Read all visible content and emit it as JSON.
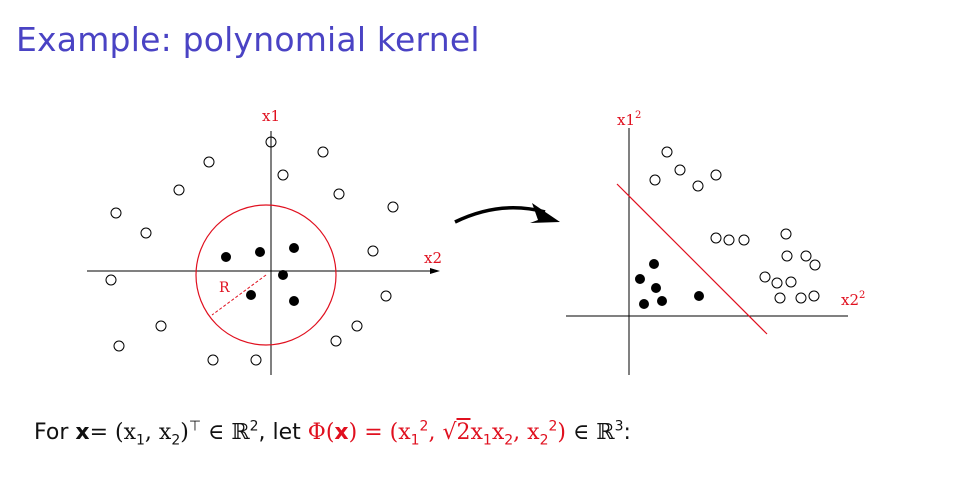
{
  "title": "Example: polynomial kernel",
  "left_plot": {
    "axis_label_vertical": "x1",
    "axis_label_horizontal": "x2",
    "radius_label": "R"
  },
  "right_plot": {
    "axis_label_vertical": "x1",
    "axis_label_vertical_sup": "2",
    "axis_label_horizontal": "x2",
    "axis_label_horizontal_sup": "2"
  },
  "formula": {
    "prefix": "For",
    "x_bold": "x",
    "eq1": "= (x",
    "s1": "1",
    "comma1": ", x",
    "s2": "2",
    "close1": ")",
    "transpose": "⊤",
    "in1": " ∈ ℝ",
    "pow1": "2",
    "let": ", let",
    "phi": " Φ(",
    "phi_x": "x",
    "eq2": ") = (x",
    "a1": "1",
    "a1sup": "2",
    "sqrt_sym": ", √",
    "sqrt_arg": "2",
    "mid": "x",
    "m1": "1",
    "mid2": "x",
    "m2": "2",
    "comma3": ", x",
    "a2": "2",
    "a2sup": "2",
    "close2": ")",
    "in2": " ∈ ℝ",
    "pow2": "3",
    "colon": ":"
  },
  "colors": {
    "title": "#4a43c4",
    "axis_label": "#e0101f",
    "circle_boundary": "#e0101f",
    "formula_highlight": "#e0101f"
  }
}
